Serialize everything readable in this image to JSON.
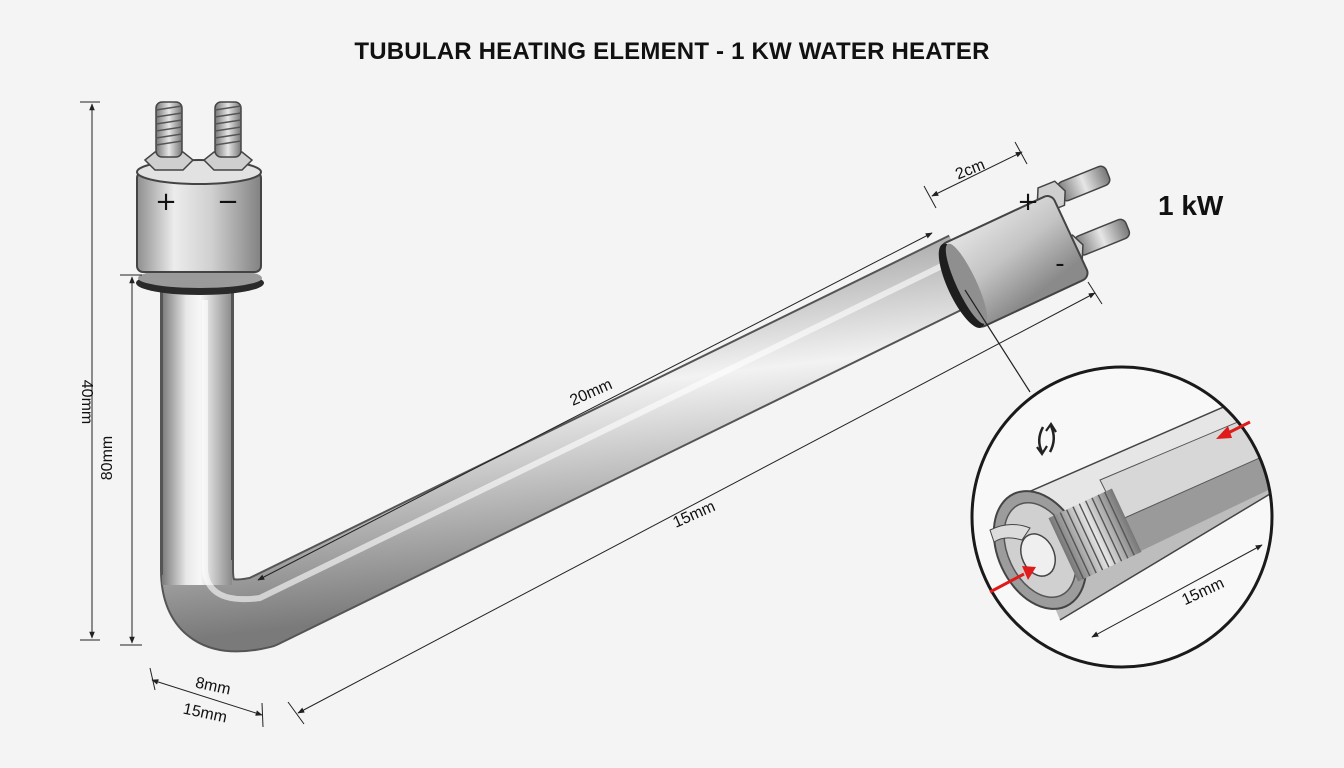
{
  "title": "TUBULAR HEATING ELEMENT - 1 KW WATER HEATER",
  "power_label": "1 kW",
  "terminals": {
    "left_positive": "+",
    "left_negative": "−",
    "right_positive": "+",
    "right_negative": "-"
  },
  "dimensions": {
    "overall_height": "40mm",
    "vertical_leg": "80mm",
    "horizontal_leg_top": "20mm",
    "horizontal_leg_bottom": "15mm",
    "terminal_block_width": "2cm",
    "tube_diameter": "8mm",
    "bend_width": "15mm",
    "detail_length": "15mm"
  },
  "colors": {
    "metal_light": "#f2f2f2",
    "metal_mid": "#b9b9b9",
    "metal_dark": "#6e6e6e",
    "arrow_red": "#e01b1b",
    "outline": "#222222"
  },
  "icons": [
    "rotation-arrows-icon",
    "red-arrow-icon"
  ]
}
